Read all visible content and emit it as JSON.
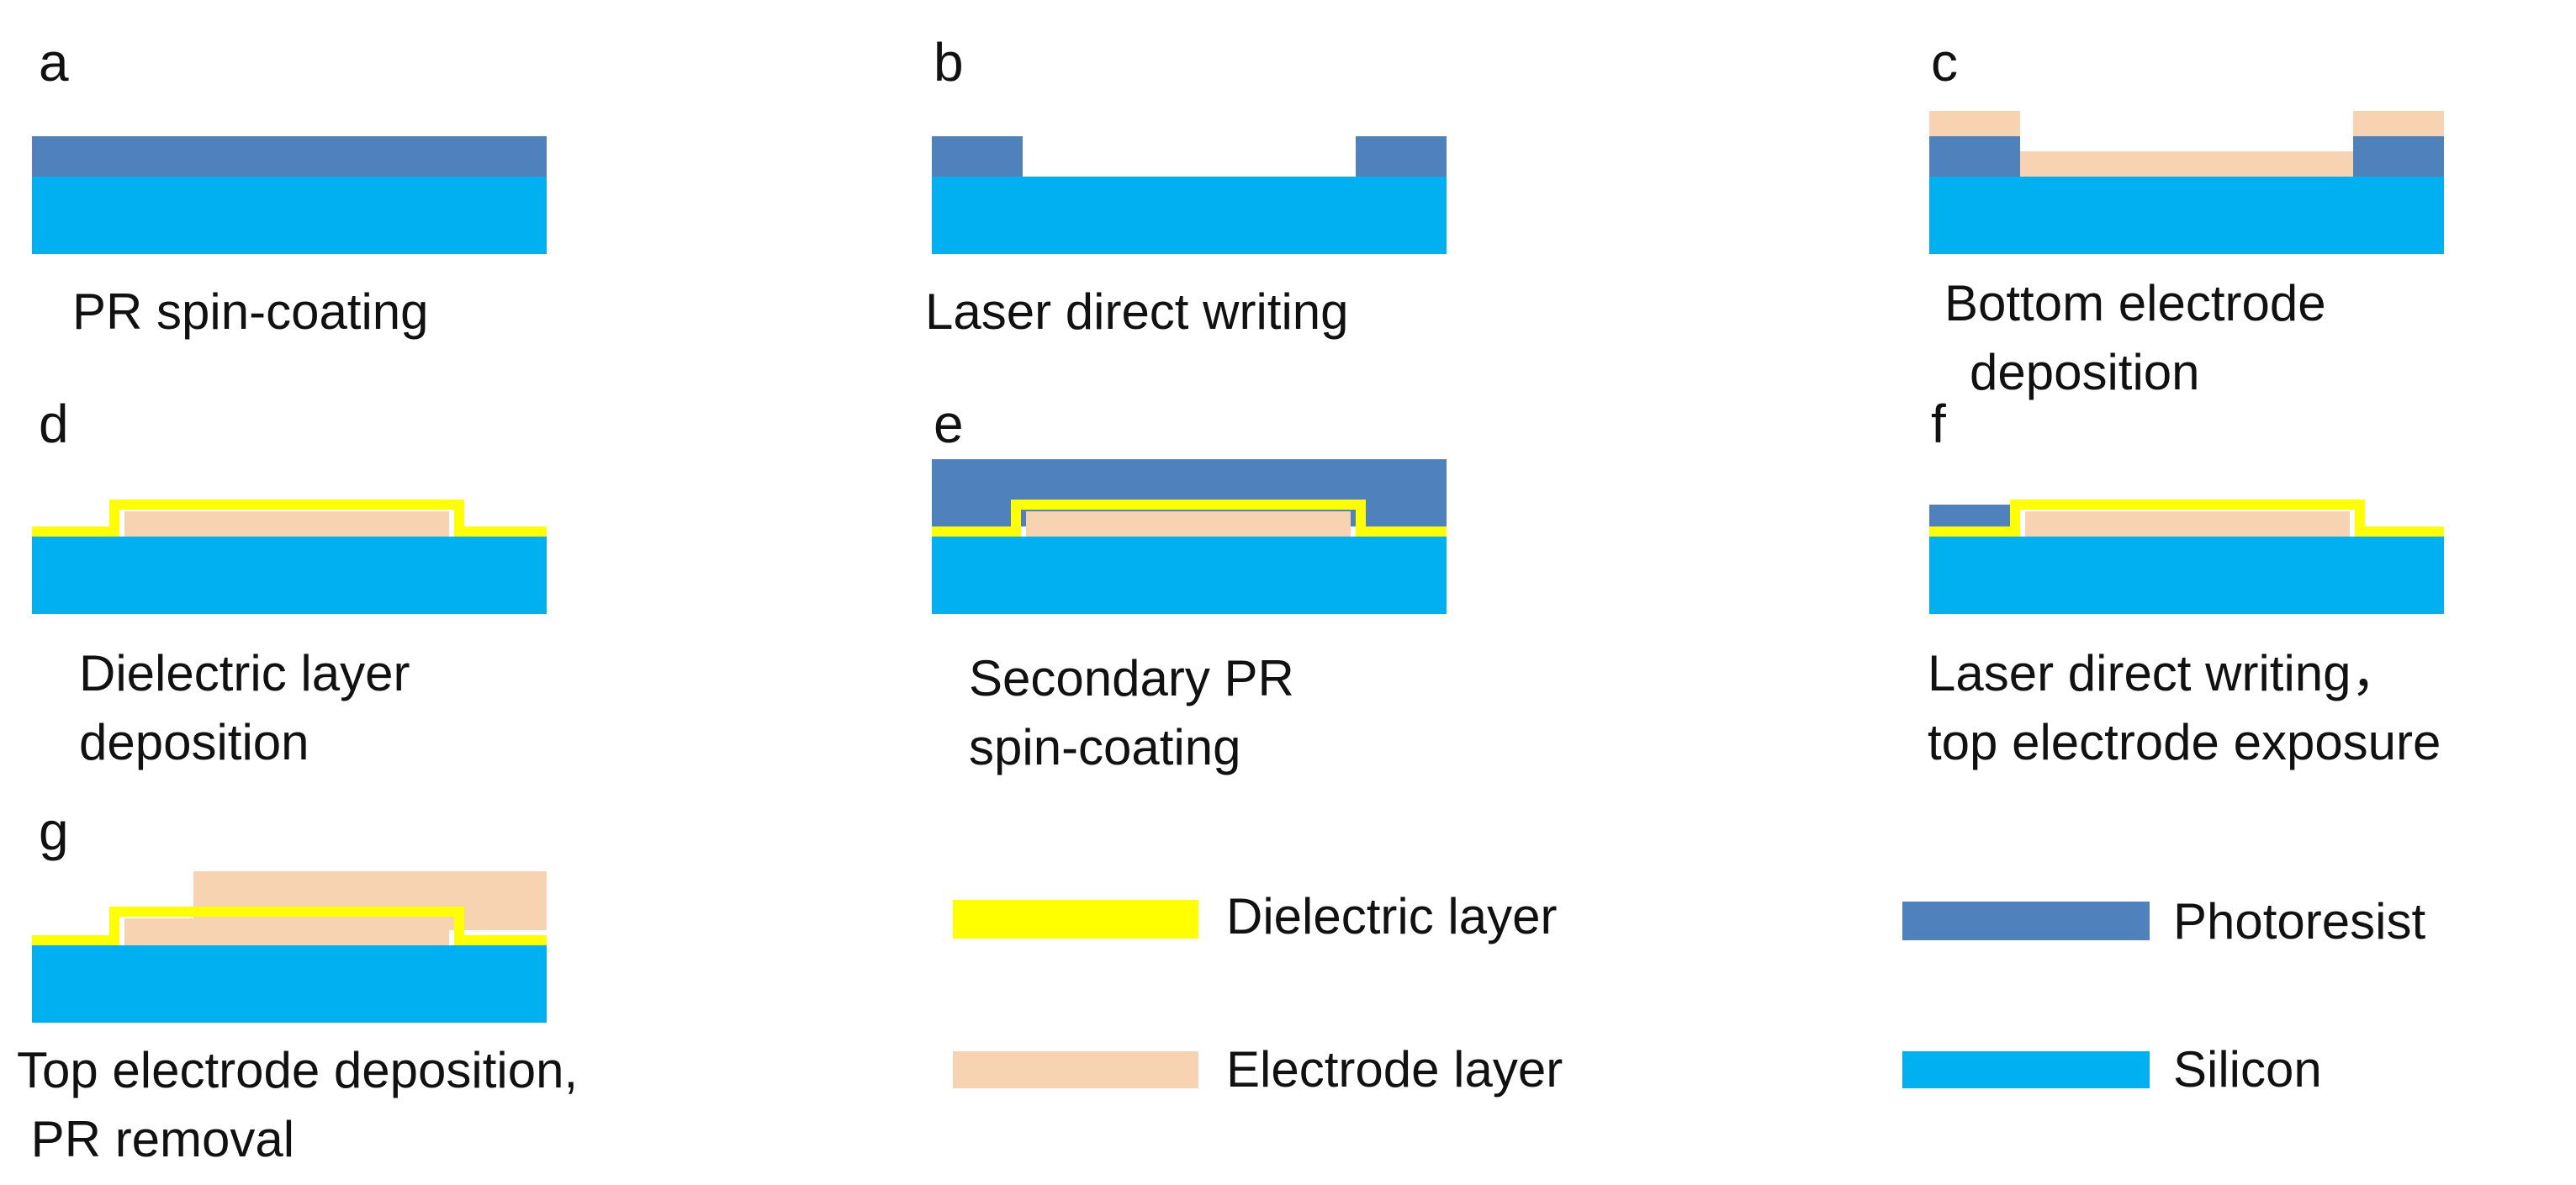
{
  "colors": {
    "silicon": "#00B0F0",
    "photoresist": "#4F81BD",
    "dielectric": "#FFFF00",
    "electrode": "#F8D3B1",
    "outline": "#000000"
  },
  "panels": [
    {
      "id": "a",
      "letter": "a",
      "caption_lines": [
        "PR spin-coating"
      ]
    },
    {
      "id": "b",
      "letter": "b",
      "caption_lines": [
        "Laser direct writing"
      ]
    },
    {
      "id": "c",
      "letter": "c",
      "caption_lines": [
        "Bottom electrode",
        "deposition"
      ]
    },
    {
      "id": "d",
      "letter": "d",
      "caption_lines": [
        "Dielectric layer",
        "deposition"
      ]
    },
    {
      "id": "e",
      "letter": "e",
      "caption_lines": [
        "Secondary PR",
        "spin-coating"
      ]
    },
    {
      "id": "f",
      "letter": "f",
      "caption_lines": [
        "Laser direct writing，",
        "top electrode exposure"
      ]
    },
    {
      "id": "g",
      "letter": "g",
      "caption_lines": [
        "Top electrode deposition,",
        " PR removal"
      ]
    }
  ],
  "legend": [
    {
      "id": "dielectric",
      "label": "Dielectric layer",
      "color": "#FFFF00"
    },
    {
      "id": "photoresist",
      "label": "Photoresist",
      "color": "#4F81BD"
    },
    {
      "id": "electrode",
      "label": "Electrode layer",
      "color": "#F8D3B1"
    },
    {
      "id": "silicon",
      "label": "Silicon",
      "color": "#00B0F0"
    }
  ]
}
